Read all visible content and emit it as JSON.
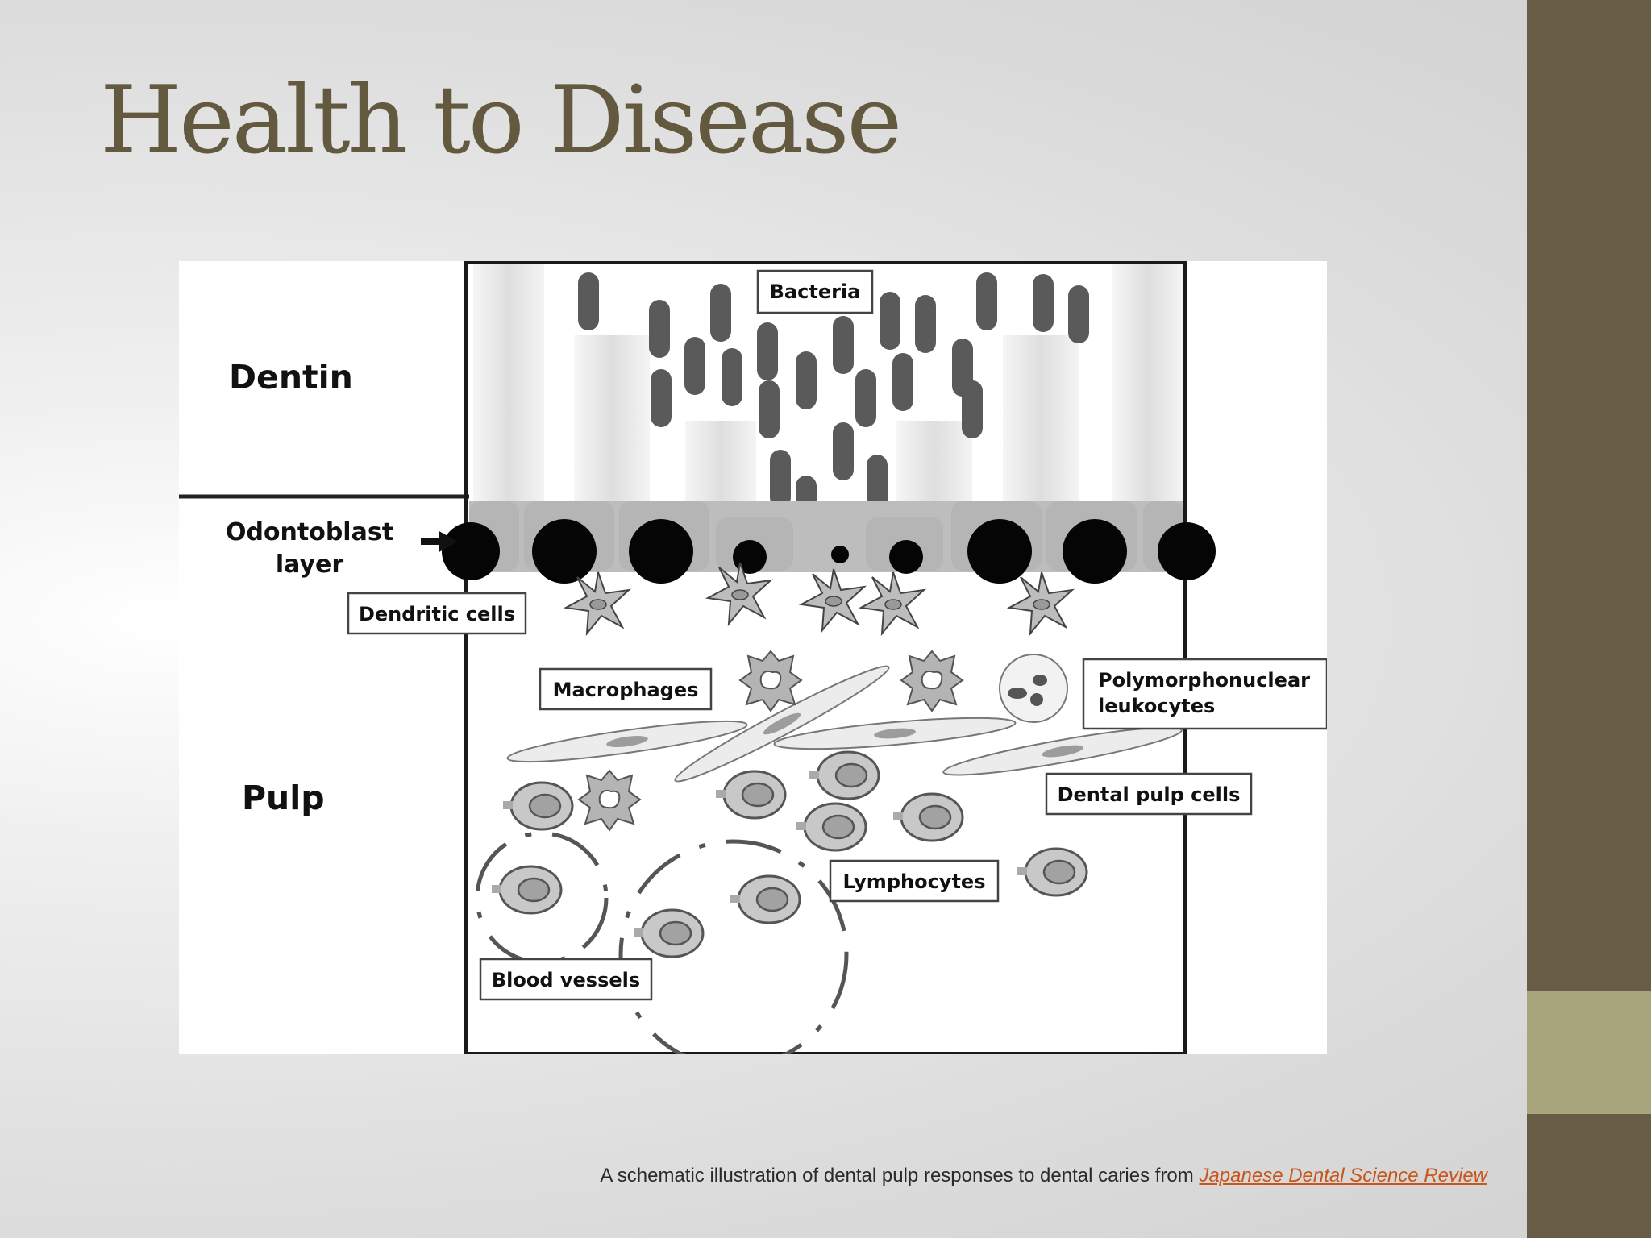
{
  "slide": {
    "title": "Health to Disease",
    "caption_text": "A schematic illustration of dental pulp responses to dental caries from ",
    "caption_link": "Japanese Dental Science Review"
  },
  "diagram": {
    "left_labels": {
      "dentin": "Dentin",
      "odontoblast_1": "Odontoblast",
      "odontoblast_2": "layer",
      "pulp": "Pulp"
    },
    "callouts": {
      "bacteria": "Bacteria",
      "dendritic": "Dendritic cells",
      "macrophages": "Macrophages",
      "pmn_1": "Polymorphonuclear",
      "pmn_2": "leukocytes",
      "dental_pulp_cells": "Dental pulp cells",
      "lymphocytes": "Lymphocytes",
      "blood_vessels": "Blood vessels"
    },
    "icons": [
      "arrow-right-icon"
    ]
  },
  "colors": {
    "sidebar_dark": "#675c46",
    "sidebar_light": "#a8a47c",
    "title": "#62593f",
    "link": "#c8561b"
  }
}
